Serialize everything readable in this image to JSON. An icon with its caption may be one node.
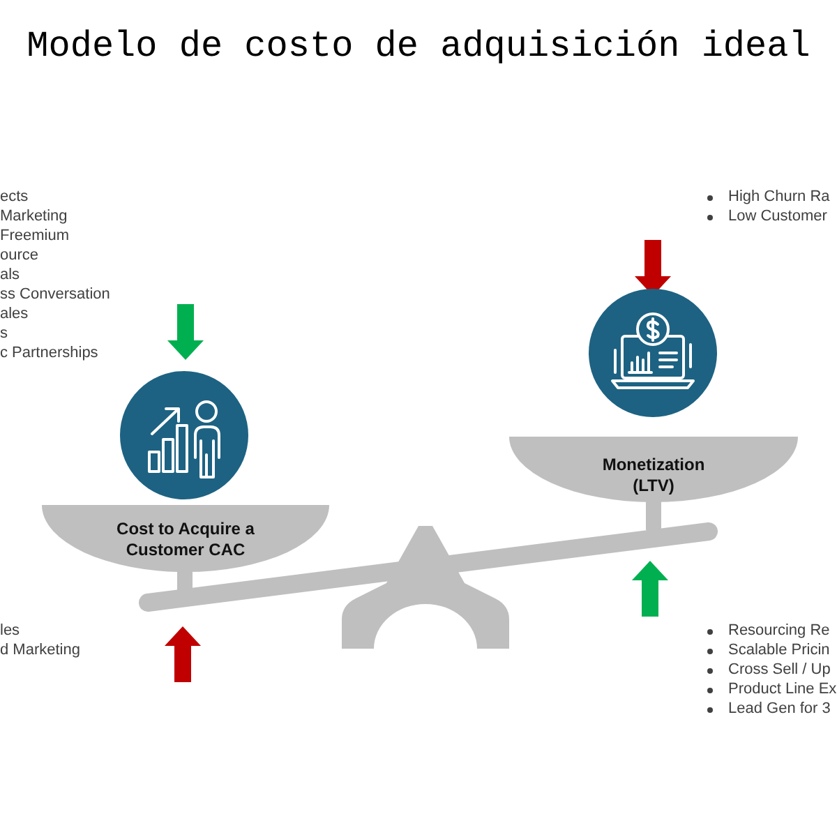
{
  "diagram": {
    "title": "Modelo de costo de adquisición ideal",
    "nodes": [
      {
        "text": [
          "Cost to Acquire a Customer CAC"
        ]
      },
      {
        "text": [
          "Monetization (LTV)"
        ]
      }
    ],
    "labels": [
      "ects",
      "Marketing",
      "Freemium",
      "ource",
      "als",
      "ss Conversation",
      "ales",
      "s",
      "c Partnerships",
      "High Churn Ra",
      "Low Customer",
      "les",
      "d Marketing",
      "Resourcing Re",
      "Scalable Pricin",
      "Cross Sell / Up",
      "Product Line Ex",
      "Lead Gen for 3"
    ]
  }
}
